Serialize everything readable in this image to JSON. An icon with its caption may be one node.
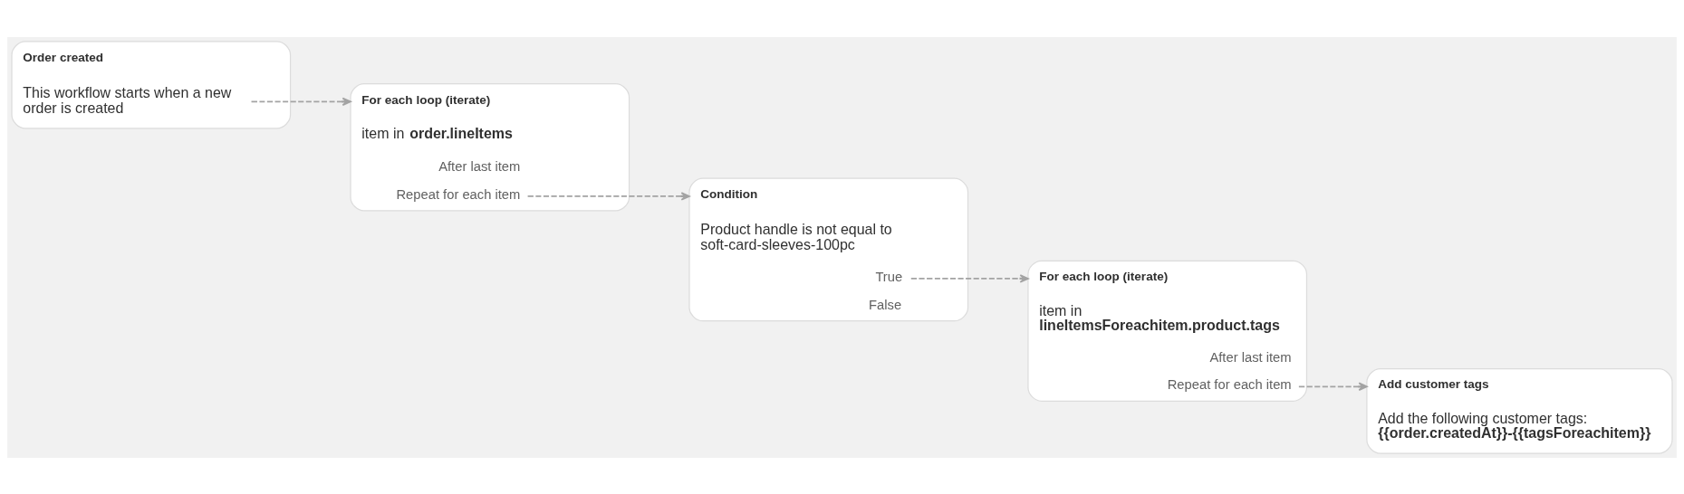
{
  "diagram": {
    "nodes": [
      {
        "text": [
          "Order created",
          "This workflow starts when a new order is created"
        ]
      },
      {
        "text": [
          "For each loop (iterate)",
          "item in **order.lineItems**",
          "After last item",
          "Repeat for each item"
        ]
      },
      {
        "text": [
          "Condition",
          "Product handle is not equal to soft-card-sleeves-100pc",
          "True",
          "False"
        ]
      },
      {
        "text": [
          "For each loop (iterate)",
          "item in **lineItemsForeachitem.product.tags**",
          "After last item",
          "Repeat for each item"
        ]
      },
      {
        "text": [
          "Add customer tags",
          "Add the following customer tags: **{{order.createdAt}}-{{tagsForeachitem}}**"
        ]
      }
    ],
    "edges": [
      {
        "from": 0,
        "to": 1,
        "arrow": "to",
        "style": "dashed"
      },
      {
        "from": 1,
        "to": 2,
        "arrow": "to",
        "style": "dashed"
      },
      {
        "from": 2,
        "to": 3,
        "arrow": "to",
        "style": "dashed"
      },
      {
        "from": 3,
        "to": 4,
        "arrow": "to",
        "style": "dashed"
      }
    ]
  }
}
